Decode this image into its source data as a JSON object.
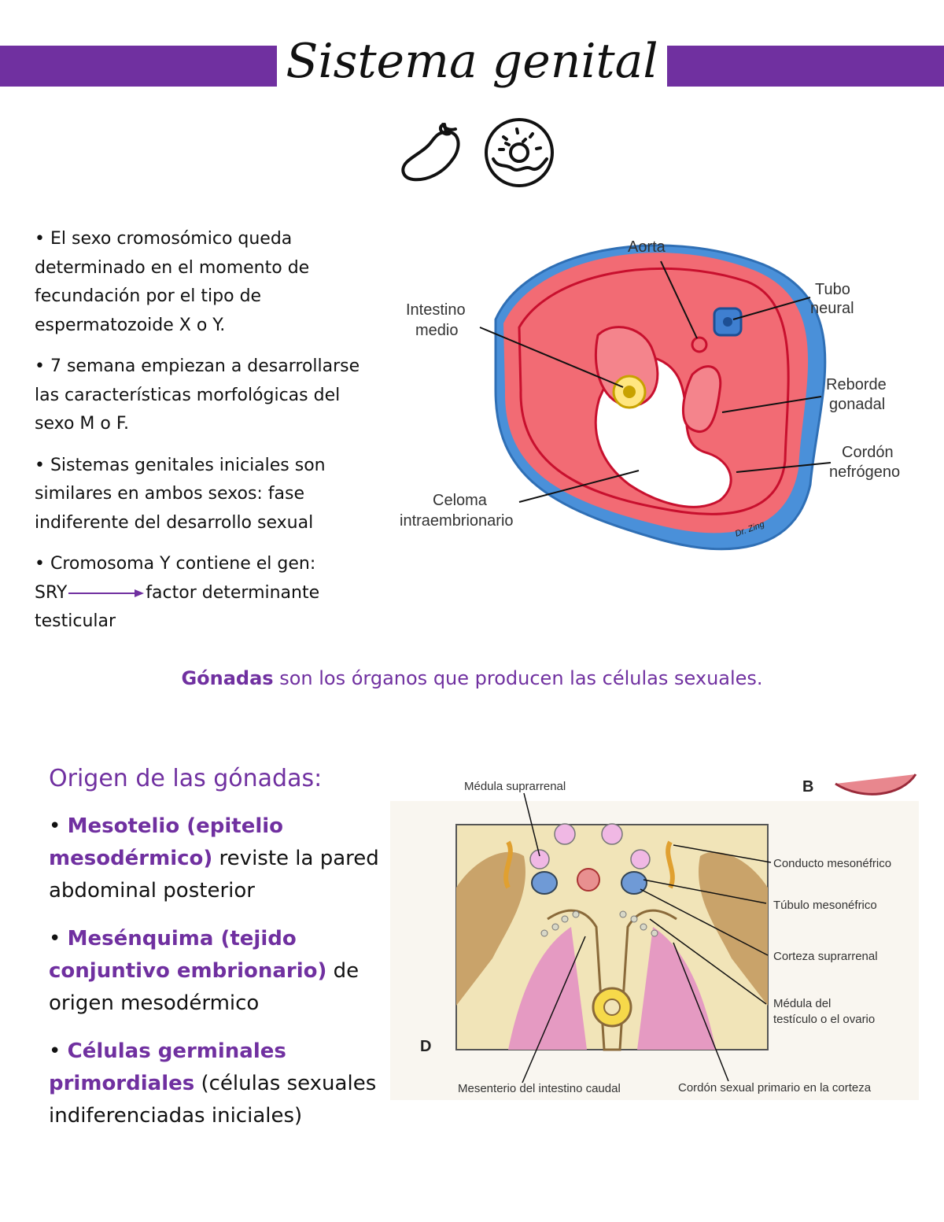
{
  "header": {
    "title": "Sistema genital"
  },
  "icons": [
    "eggplant-icon",
    "donut-icon"
  ],
  "bullets": [
    "• El sexo cromosómico queda determinado en el momento de fecundación por el tipo de espermatozoide X o Y.",
    "• 7 semana empiezan a desarrollarse las características morfológicas del sexo M o F.",
    "• Sistemas genitales iniciales son similares en ambos sexos: fase indiferente del desarrollo sexual"
  ],
  "sry": {
    "intro": "• Cromosoma Y contiene el gen:",
    "gene": "SRY",
    "result": "factor determinante",
    "result2": "testicular"
  },
  "gonadas": {
    "term": "Gónadas",
    "definition": " son los órganos que producen las células sexuales."
  },
  "origen": {
    "title": "Origen de las gónadas:",
    "items": [
      {
        "bullet": "•",
        "highlight": "Mesotelio (epitelio mesodérmico)",
        "rest": " reviste la pared abdominal posterior"
      },
      {
        "bullet": "•",
        "highlight": "Mesénquima (tejido conjuntivo embrionario)",
        "rest": " de origen mesodérmico"
      },
      {
        "bullet": "•",
        "highlight": "Células germinales primordiales",
        "rest": " (células sexuales indiferenciadas iniciales)"
      }
    ]
  },
  "figure1": {
    "labels": {
      "aorta": "Aorta",
      "tubo1": "Tubo",
      "tubo2": "neural",
      "intestino1": "Intestino",
      "intestino2": "medio",
      "reborde1": "Reborde",
      "reborde2": "gonadal",
      "cordon1": "Cordón",
      "cordon2": "nefrógeno",
      "celoma1": "Celoma",
      "celoma2": "intraembrionario",
      "signature": "Dr. Zing"
    }
  },
  "figure2": {
    "labels": {
      "medula_supra": "Médula suprarrenal",
      "panel_b": "B",
      "panel_d": "D",
      "conducto": "Conducto mesonéfrico",
      "tubulo": "Túbulo mesonéfrico",
      "corteza": "Corteza suprarrenal",
      "medula_test1": "Médula del",
      "medula_test2": "testículo o el ovario",
      "mesenterio": "Mesenterio del intestino caudal",
      "cordon_sexual": "Cordón sexual primario en la corteza"
    }
  },
  "colors": {
    "accent": "#7030a0",
    "tissue_red": "#ef5a66",
    "tissue_blue": "#4a90d9"
  }
}
